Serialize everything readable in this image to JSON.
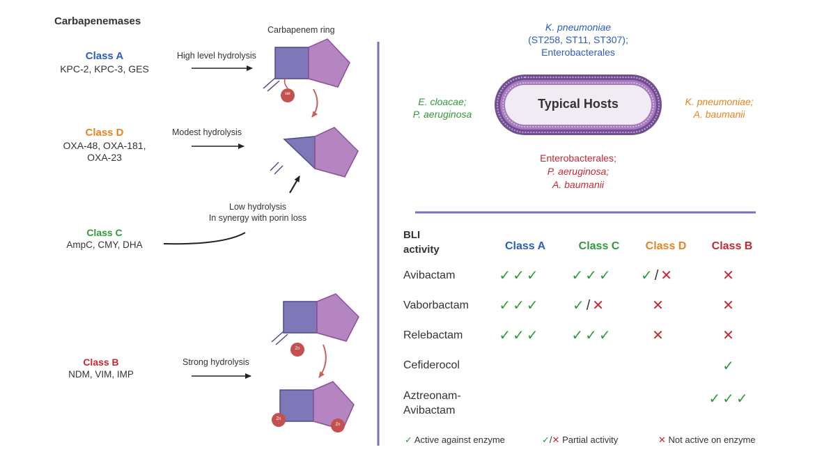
{
  "colors": {
    "class_a": "#2e5bbf",
    "class_d": "#e8831f",
    "class_c": "#2f9a3a",
    "class_b": "#c62833",
    "square_fill": "#7e78b8",
    "pentagon_fill": "#b485c0",
    "divider": "#7a6fb5"
  },
  "left": {
    "title": "Carbapenemases",
    "ring_label": "Carbapenem ring",
    "ser_label": "ser",
    "zn_label": "Zn",
    "class_a": {
      "name": "Class A",
      "enzymes": "KPC-2, KPC-3, GES",
      "hydrolysis": "High level hydrolysis"
    },
    "class_d": {
      "name": "Class D",
      "enzymes_line1": "OXA-48, OXA-181,",
      "enzymes_line2": "OXA-23",
      "hydrolysis": "Modest hydrolysis"
    },
    "class_c": {
      "name": "Class C",
      "enzymes": "AmpC, CMY, DHA",
      "hydrolysis_line1": "Low hydrolysis",
      "hydrolysis_line2": "In synergy with porin loss"
    },
    "class_b": {
      "name": "Class B",
      "enzymes": "NDM, VIM, IMP",
      "hydrolysis": "Strong hydrolysis"
    }
  },
  "hosts": {
    "center": "Typical Hosts",
    "top": [
      "K. pneumoniae",
      "(ST258, ST11, ST307);",
      "Enterobacterales"
    ],
    "left": [
      "E. cloacae;",
      "P. aeruginosa"
    ],
    "right": [
      "K. pneumoniae;",
      "A. baumanii"
    ],
    "bottom": [
      "Enterobacterales;",
      "P. aeruginosa;",
      "A. baumanii"
    ]
  },
  "table": {
    "header_line1": "BLI",
    "header_line2": "activity",
    "columns": [
      "Class A",
      "Class C",
      "Class D",
      "Class B"
    ],
    "rows": [
      {
        "label": "Avibactam",
        "cells": [
          "✓✓✓",
          "✓✓✓",
          "✓/✕",
          "✕"
        ]
      },
      {
        "label": "Vaborbactam",
        "cells": [
          "✓✓✓",
          "✓/✕",
          "✕",
          "✕"
        ]
      },
      {
        "label": "Relebactam",
        "cells": [
          "✓✓✓",
          "✓✓✓",
          "✕",
          "✕"
        ]
      },
      {
        "label": "Cefiderocol",
        "cells": [
          "",
          "",
          "",
          "✓"
        ]
      },
      {
        "label_line1": "Aztreonam-",
        "label_line2": "Avibactam",
        "cells": [
          "",
          "",
          "",
          "✓✓✓"
        ]
      }
    ]
  },
  "legend": {
    "active_symbol": "✓",
    "active": "Active against enzyme",
    "partial_symbol_check": "✓",
    "partial_symbol_sep": "/",
    "partial_symbol_cross": "✕",
    "partial": "Partial activity",
    "none_symbol": "✕",
    "none": "Not active on enzyme"
  }
}
